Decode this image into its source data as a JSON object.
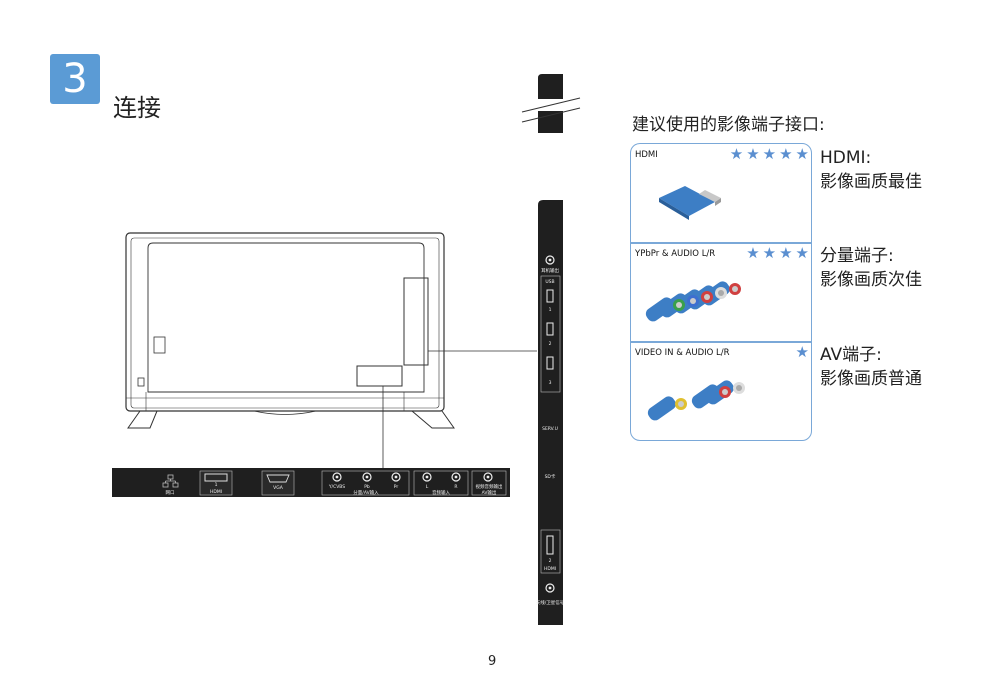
{
  "step": {
    "number": "3",
    "title": "连接"
  },
  "rear_panel": {
    "lan_label": "网口",
    "hdmi_num": "1",
    "hdmi_label": "HDMI",
    "vga_label": "VGA",
    "comp_ports": [
      "Y/CVBS",
      "Pb",
      "Pr"
    ],
    "comp_group": "分量/AV输入",
    "audio_ports": [
      "L",
      "R"
    ],
    "audio_group": "音频输入",
    "av_out_port": "视频音频输出",
    "av_out_group": "AV输出"
  },
  "side_panel": {
    "headphone_label": "耳机输出",
    "usb_label": "USB",
    "usb_ports": [
      "1",
      "2",
      "3"
    ],
    "service_label": "SERV.U",
    "sd_label": "SD卡",
    "hdmi_num": "2",
    "hdmi_label": "HDMI",
    "power_label": "天线/卫星信号"
  },
  "recommend": {
    "title": "建议使用的影像端子接口:",
    "rows": [
      {
        "label": "HDMI",
        "stars": 5,
        "quality_line1": "HDMI:",
        "quality_line2": "影像画质最佳"
      },
      {
        "label": "YPbPr & AUDIO L/R",
        "stars": 4,
        "quality_line1": "分量端子:",
        "quality_line2": "影像画质次佳"
      },
      {
        "label": "VIDEO IN & AUDIO L/R",
        "stars": 1,
        "quality_line1": "AV端子:",
        "quality_line2": "影像画质普通"
      }
    ],
    "star_color": "#5b8fd0",
    "border_color": "#7aa8d8"
  },
  "page_number": "9",
  "colors": {
    "badge": "#5b9bd5",
    "panel": "#1f1f1f"
  }
}
